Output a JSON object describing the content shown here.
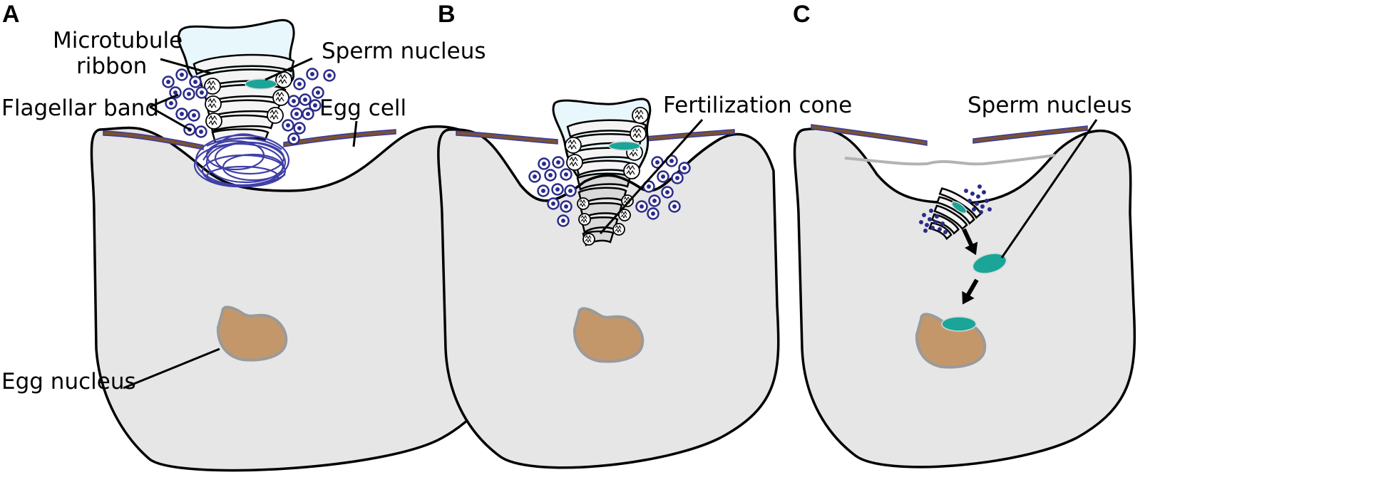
{
  "panels": [
    {
      "letter": "A",
      "labels": {
        "microtubule_ribbon_line1": "Microtubule",
        "microtubule_ribbon_line2": "ribbon",
        "sperm_nucleus": "Sperm nucleus",
        "flagellar_band": "Flagellar band",
        "egg_cell": "Egg cell",
        "egg_nucleus": "Egg nucleus"
      }
    },
    {
      "letter": "B",
      "labels": {
        "fertilization_cone": "Fertilization cone"
      }
    },
    {
      "letter": "C",
      "labels": {
        "sperm_nucleus": "Sperm nucleus"
      }
    }
  ],
  "colors": {
    "egg_cytoplasm": "#e6e6e6",
    "egg_nucleus": "#c4976a",
    "sperm_nucleus": "#1aa598",
    "flagellar_band": "#7a5230",
    "vesicles": "#2b2b8a",
    "sperm_head": "#e8f7fb"
  }
}
